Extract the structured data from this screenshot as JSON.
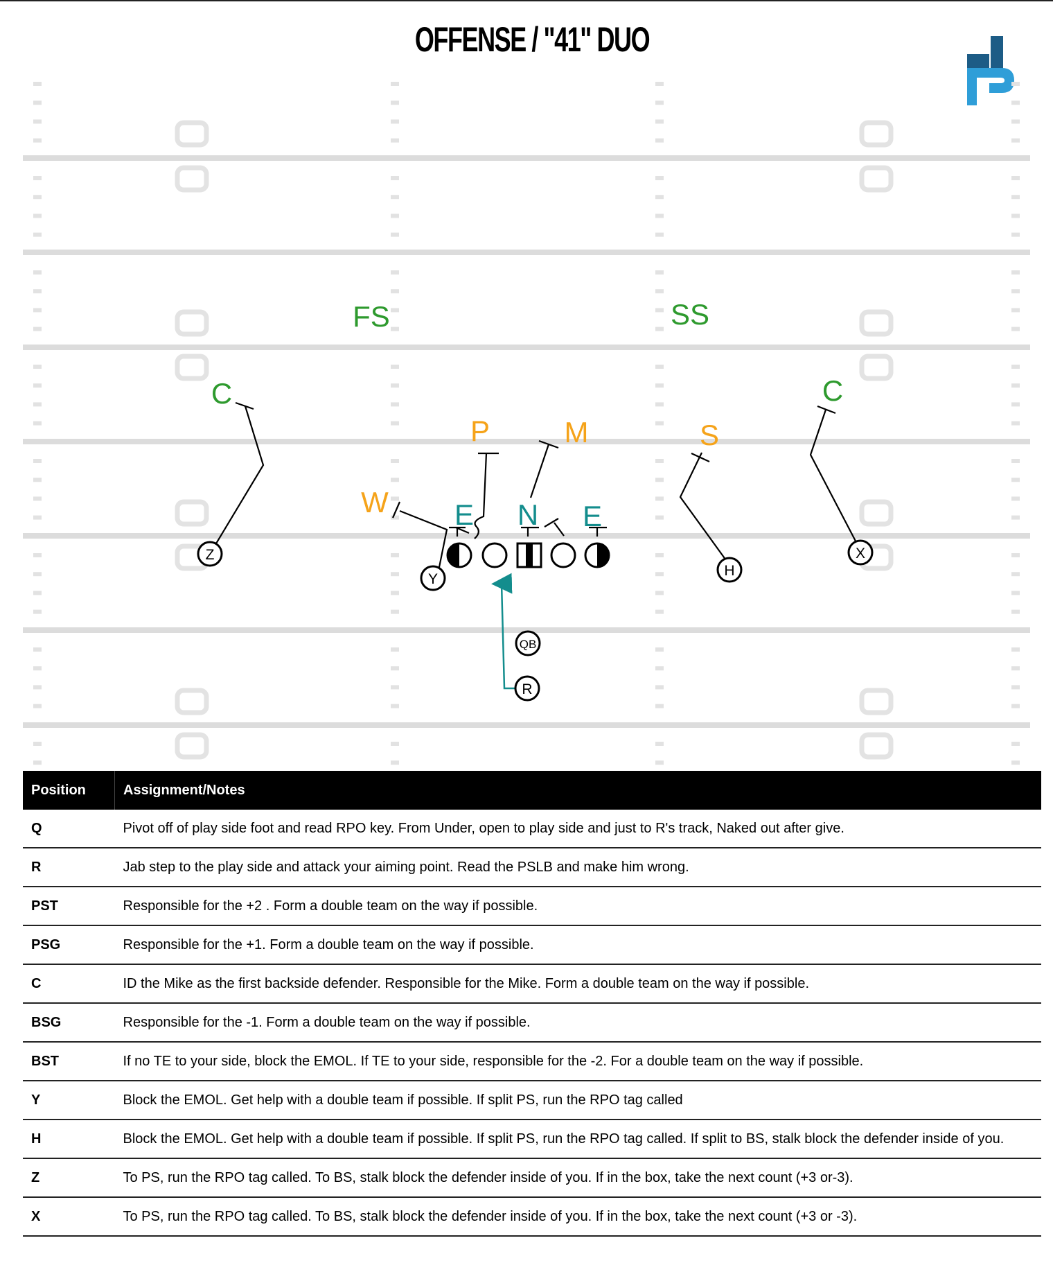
{
  "title": "OFFENSE / \"41\" DUO",
  "logo_icon": "hudl-style-logo",
  "colors": {
    "green": "#2e9a2e",
    "orange": "#f5a31a",
    "teal": "#138d8d",
    "logo_dark": "#1d5c86",
    "logo_light": "#2f9ed8"
  },
  "diagram": {
    "defense": {
      "fs": "FS",
      "ss": "SS",
      "c_left": "C",
      "c_right": "C",
      "p": "P",
      "m": "M",
      "w": "W",
      "s": "S",
      "e_left": "E",
      "n": "N",
      "e_right": "E"
    },
    "offense": {
      "z": "Z",
      "y": "Y",
      "qb": "QB",
      "r": "R",
      "h": "H",
      "x": "X"
    }
  },
  "table": {
    "headers": {
      "position": "Position",
      "notes": "Assignment/Notes"
    },
    "rows": [
      {
        "position": "Q",
        "notes": "Pivot off of play side foot and read RPO key. From Under, open to play side and just to R's track, Naked out after give."
      },
      {
        "position": "R",
        "notes": "Jab step to the play side and attack your aiming point. Read the PSLB and make him wrong."
      },
      {
        "position": "PST",
        "notes": "Responsible for the +2 . Form a double team on the way if possible."
      },
      {
        "position": "PSG",
        "notes": "Responsible for the +1. Form a double team on the way if possible."
      },
      {
        "position": "C",
        "notes": "ID the Mike as the first backside defender. Responsible for the Mike. Form a double team on the way if possible."
      },
      {
        "position": "BSG",
        "notes": "Responsible for the -1. Form a double team on the way if possible."
      },
      {
        "position": "BST",
        "notes": "If no TE to your side, block the EMOL. If TE to your side, responsible for the -2. For a double team on the way if possible."
      },
      {
        "position": "Y",
        "notes": "Block the EMOL. Get help with a double team if possible. If split PS, run the RPO tag called"
      },
      {
        "position": "H",
        "notes": "Block the EMOL. Get help with a double team if possible. If split PS, run the RPO tag called. If split to BS, stalk block the defender inside of you."
      },
      {
        "position": "Z",
        "notes": "To PS, run the RPO tag called. To BS, stalk block the defender inside of you. If in the box, take the next count (+3 or-3)."
      },
      {
        "position": "X",
        "notes": "To PS, run the RPO tag called. To BS, stalk block the defender inside of you. If in the box, take the next count (+3 or -3)."
      }
    ]
  }
}
